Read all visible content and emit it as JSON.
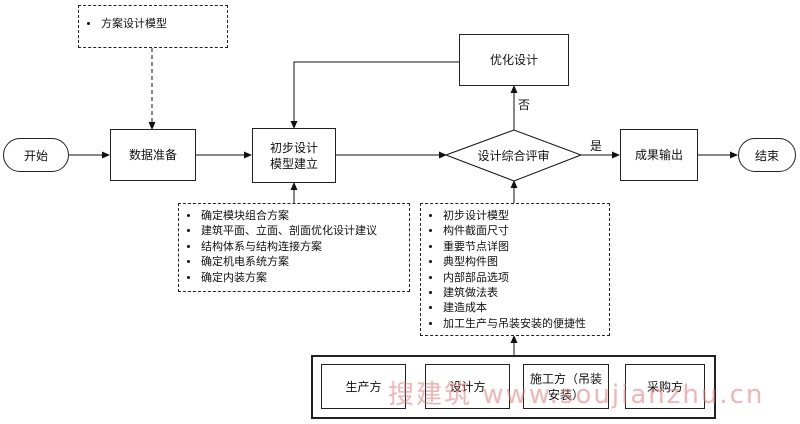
{
  "nodes": {
    "start": "开始",
    "data_prep": "数据准备",
    "prelim_line1": "初步设计",
    "prelim_line2": "模型建立",
    "review": "设计综合评审",
    "optimize": "优化设计",
    "output": "成果输出",
    "end": "结束"
  },
  "scheme_box": {
    "items": [
      "方案设计模型"
    ]
  },
  "prelim_inputs": {
    "items": [
      "确定模块组合方案",
      "建筑平面、立面、剖面优化设计建议",
      "结构体系与结构连接方案",
      "确定机电系统方案",
      "确定内装方案"
    ]
  },
  "review_inputs": {
    "items": [
      "初步设计模型",
      "构件截面尺寸",
      "重要节点详图",
      "典型构件图",
      "内部部品选项",
      "建筑做法表",
      "建造成本",
      "加工生产与吊装安装的便捷性"
    ]
  },
  "stakeholders": {
    "producer": "生产方",
    "designer": "设计方",
    "constructor_line1": "施工方（吊装",
    "constructor_line2": "安装）",
    "purchaser": "采购方"
  },
  "edge_labels": {
    "no": "否",
    "yes": "是"
  },
  "watermark": "搜建筑 www.soujianzhu.cn"
}
